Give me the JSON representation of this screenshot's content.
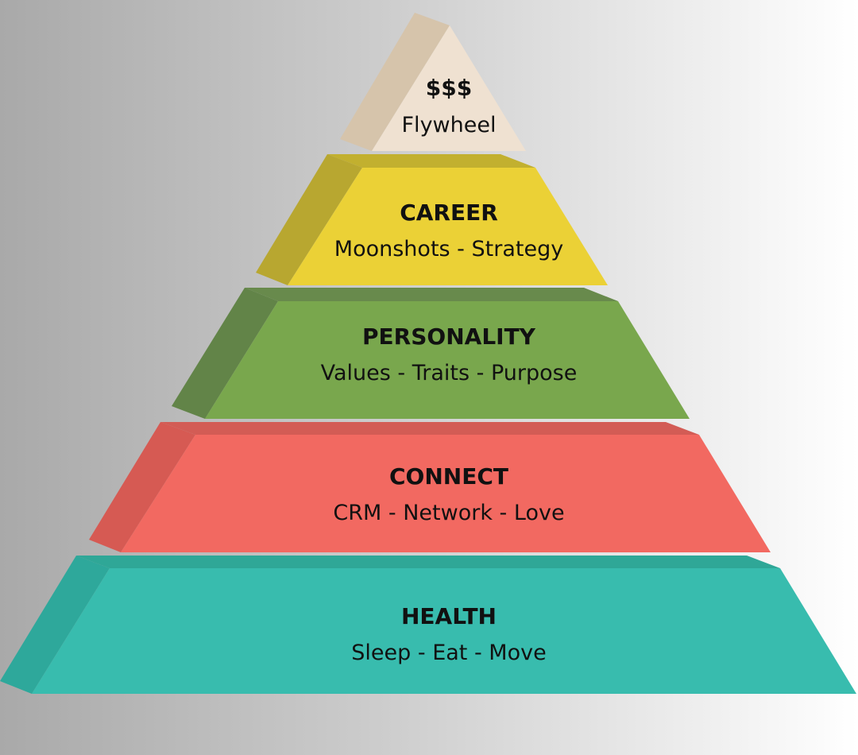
{
  "layers": [
    {
      "title": "$$$",
      "subtitle": "Flywheel",
      "colors": {
        "front": "#efe1d1",
        "side": "#d6c4ab",
        "top": "#d6c4ab"
      }
    },
    {
      "title": "CAREER",
      "subtitle": "Moonshots - Strategy",
      "colors": {
        "front": "#ebd136",
        "side": "#b8a730",
        "top": "#c2b02f"
      }
    },
    {
      "title": "PERSONALITY",
      "subtitle": "Values - Traits - Purpose",
      "colors": {
        "front": "#79a74d",
        "side": "#628448",
        "top": "#688a4c"
      }
    },
    {
      "title": "CONNECT",
      "subtitle": "CRM - Network - Love",
      "colors": {
        "front": "#f26961",
        "side": "#d65a53",
        "top": "#d35c55"
      }
    },
    {
      "title": "HEALTH",
      "subtitle": "Sleep - Eat - Move",
      "colors": {
        "front": "#38bcae",
        "side": "#2ea89b",
        "top": "#2fa797"
      }
    }
  ]
}
